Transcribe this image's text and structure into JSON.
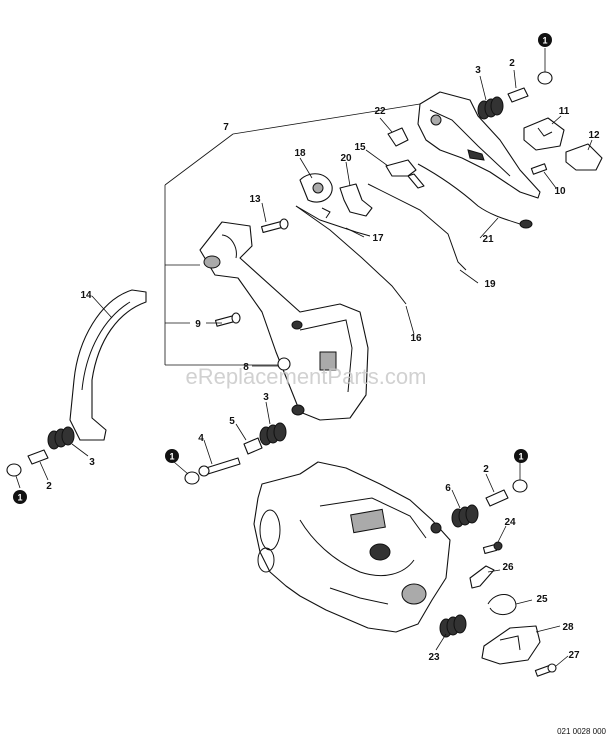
{
  "diagram": {
    "watermark": "eReplacementParts.com",
    "drawing_code": "021 0028 000",
    "callouts": [
      {
        "id": "c1a",
        "label": "1",
        "circled": true
      },
      {
        "id": "c2a",
        "label": "2"
      },
      {
        "id": "c3a",
        "label": "3"
      },
      {
        "id": "c11",
        "label": "11"
      },
      {
        "id": "c12",
        "label": "12"
      },
      {
        "id": "c10",
        "label": "10"
      },
      {
        "id": "c22",
        "label": "22"
      },
      {
        "id": "c7",
        "label": "7"
      },
      {
        "id": "c15",
        "label": "15"
      },
      {
        "id": "c18",
        "label": "18"
      },
      {
        "id": "c20",
        "label": "20"
      },
      {
        "id": "c13",
        "label": "13"
      },
      {
        "id": "c17",
        "label": "17"
      },
      {
        "id": "c21",
        "label": "21"
      },
      {
        "id": "c19",
        "label": "19"
      },
      {
        "id": "c14",
        "label": "14"
      },
      {
        "id": "c9",
        "label": "9"
      },
      {
        "id": "c16",
        "label": "16"
      },
      {
        "id": "c8",
        "label": "8"
      },
      {
        "id": "c3b",
        "label": "3"
      },
      {
        "id": "c5",
        "label": "5"
      },
      {
        "id": "c4",
        "label": "4"
      },
      {
        "id": "c1b",
        "label": "1",
        "circled": true
      },
      {
        "id": "c3c",
        "label": "3"
      },
      {
        "id": "c2b",
        "label": "2"
      },
      {
        "id": "c1c",
        "label": "1",
        "circled": true
      },
      {
        "id": "c2c",
        "label": "2"
      },
      {
        "id": "c1d",
        "label": "1",
        "circled": true
      },
      {
        "id": "c6",
        "label": "6"
      },
      {
        "id": "c24",
        "label": "24"
      },
      {
        "id": "c26",
        "label": "26"
      },
      {
        "id": "c25",
        "label": "25"
      },
      {
        "id": "c28",
        "label": "28"
      },
      {
        "id": "c23",
        "label": "23"
      },
      {
        "id": "c27",
        "label": "27"
      }
    ]
  }
}
